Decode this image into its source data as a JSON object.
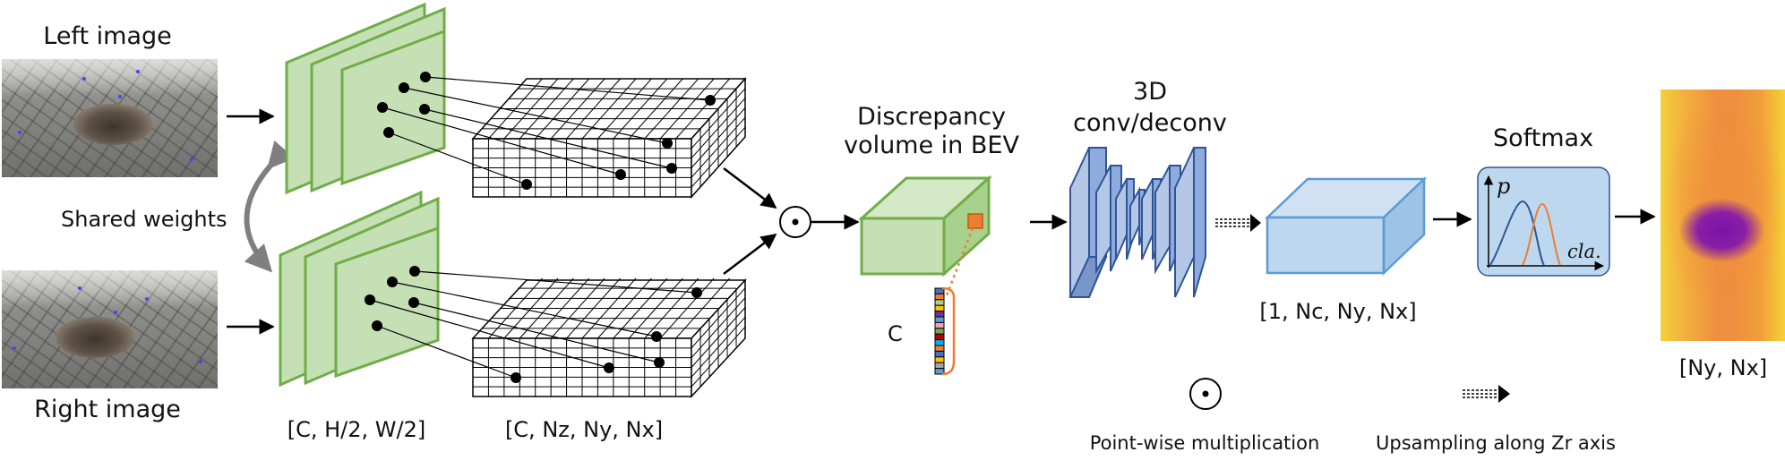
{
  "labels": {
    "left_image": "Left image",
    "right_image": "Right image",
    "shared_weights": "Shared weights",
    "feature_shape": "[C, H/2, W/2]",
    "volume_shape": "[C, Nz, Ny, Nx]",
    "discrepancy_line1": "Discrepancy",
    "discrepancy_line2": "volume in BEV",
    "channel": "C",
    "conv_line1": "3D",
    "conv_line2": "conv/deconv",
    "output_volume_shape": "[1, Nc, Ny, Nx]",
    "softmax": "Softmax",
    "plot_y_axis": "p",
    "plot_x_axis": "cla.",
    "final_shape": "[Ny, Nx]",
    "legend_multiplication": "Point-wise multiplication",
    "legend_upsampling": "Upsampling along Zr axis"
  },
  "colors": {
    "feature_fill": "#c5e0b4",
    "feature_stroke": "#70ad47",
    "conv_fill": "#8faadc",
    "conv_stroke": "#2f5597",
    "output_fill": "#bdd7ee",
    "output_stroke": "#5b9bd5",
    "curve_blue": "#2f5597",
    "curve_orange": "#ed7d31",
    "channel_bracket": "#ed7d31"
  },
  "channel_vector_colors": [
    "#4472c4",
    "#ed7d31",
    "#a9d18e",
    "#ffc000",
    "#7030a0",
    "#5b9bd5",
    "#ff99cc",
    "#70ad47",
    "#c00000",
    "#00b0f0",
    "#ed7d31",
    "#4472c4",
    "#ffc000",
    "#a5a5a5",
    "#5b9bd5"
  ],
  "icons": [
    "pointwise-multiplication-icon",
    "upsampling-arrow-icon",
    "curved-shared-weights-arrow-icon"
  ]
}
